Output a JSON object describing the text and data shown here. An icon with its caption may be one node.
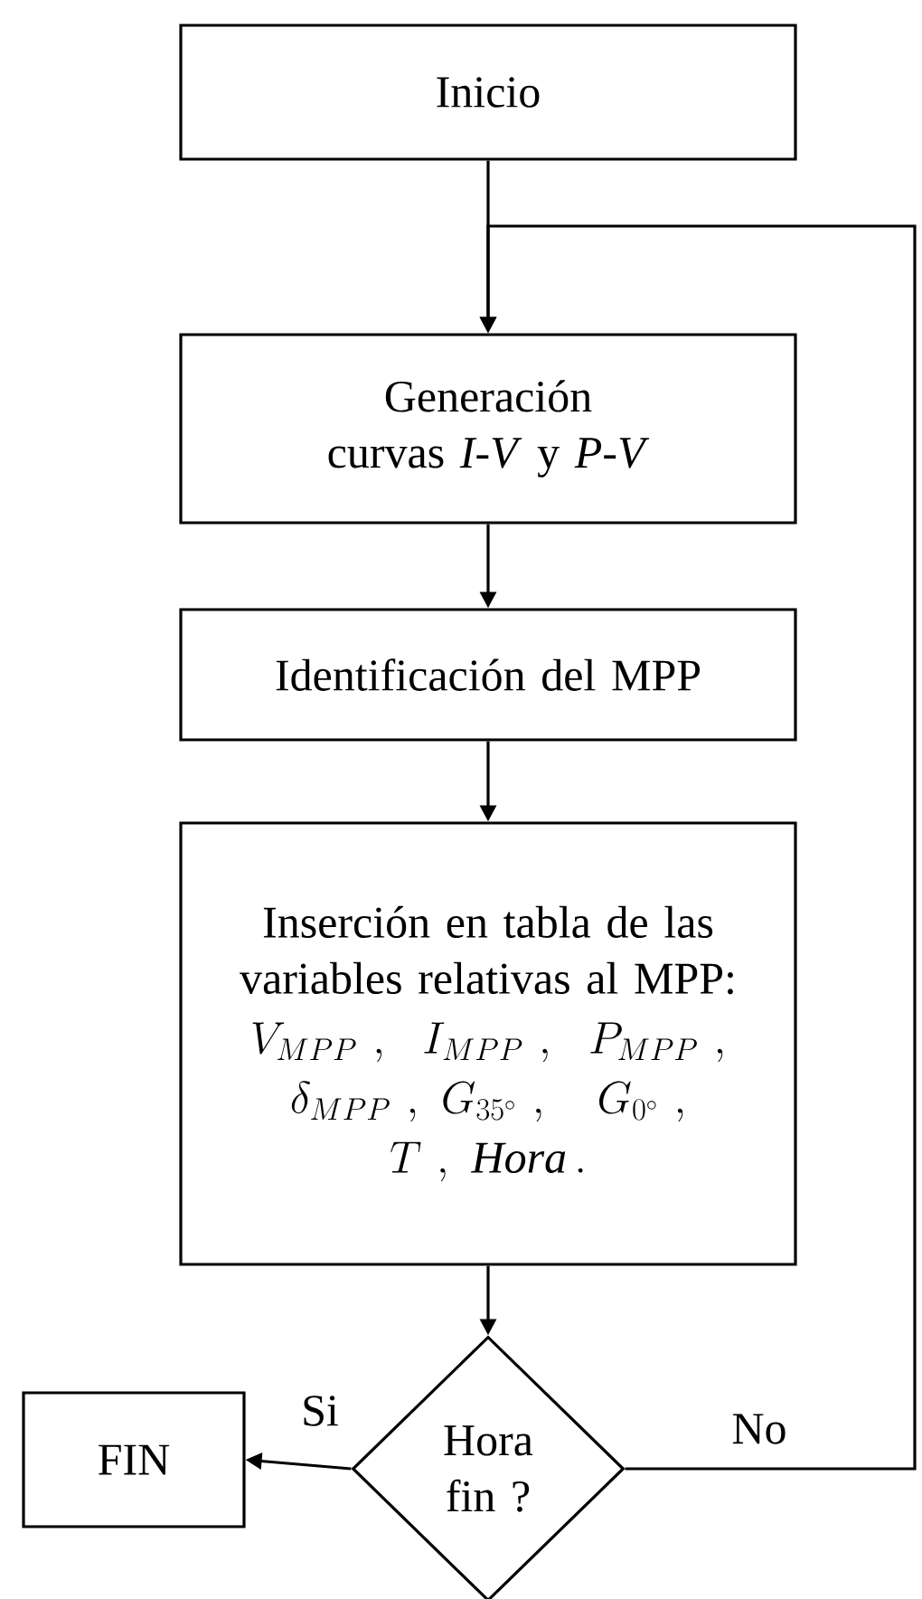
{
  "diagram": {
    "nodes": [
      {
        "text": [
          "Inicio"
        ]
      },
      {
        "text": [
          "Generación curvas *I-V* y *P-V*"
        ]
      },
      {
        "text": [
          "Identificación del MPP"
        ]
      },
      {
        "text": [
          "Inserción en tabla de las variables relativas al MPP:",
          "V_{MPP}\\ ,\\ \\ I_{MPP}\\ ,\\ \\ P_{MPP}\\ ,",
          "\\delta_{MPP}\\ ,\\ G_{35^{\\circ}}\\ ,\\quad G_{0^{\\circ}}\\ ,",
          "T\\ ,\\ \\mathit{Hora}\\,."
        ]
      },
      {
        "text": [
          "Hora fin ?"
        ]
      },
      {
        "text": [
          "FIN"
        ]
      }
    ],
    "edges": [
      {
        "from": 0,
        "to": 1,
        "arrow": "to"
      },
      {
        "from": 1,
        "to": 2,
        "arrow": "to"
      },
      {
        "from": 2,
        "to": 3,
        "arrow": "to"
      },
      {
        "from": 3,
        "to": 4,
        "arrow": "to"
      },
      {
        "from": 4,
        "to": 5,
        "arrow": "to",
        "label": "Si"
      },
      {
        "from": 4,
        "to": 1,
        "arrow": "to",
        "label": "No"
      }
    ]
  }
}
